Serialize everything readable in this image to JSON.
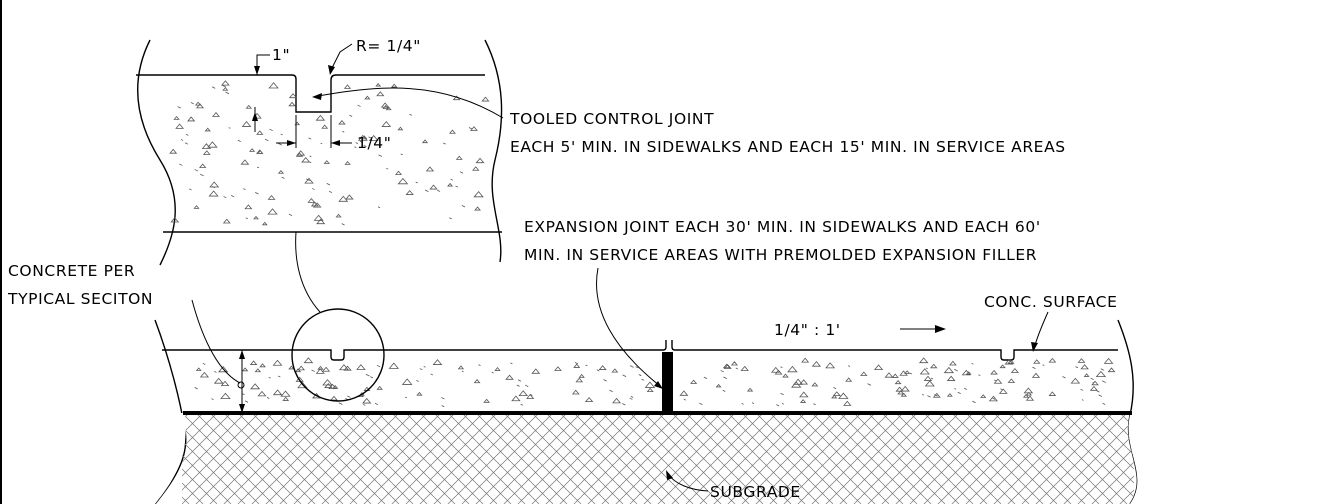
{
  "labels": {
    "dim_1in": "1\"",
    "radius": "R= 1/4\"",
    "dim_quarter": "1/4\"",
    "tooled_title": "TOOLED CONTROL JOINT",
    "tooled_spacing": "EACH 5' MIN. IN SIDEWALKS AND EACH 15' MIN. IN SERVICE AREAS",
    "expansion_line1": "EXPANSION JOINT EACH 30' MIN. IN SIDEWALKS AND EACH 60'",
    "expansion_line2": "MIN. IN SERVICE AREAS WITH PREMOLDED EXPANSION FILLER",
    "concrete_line1": "CONCRETE PER",
    "concrete_line2": "TYPICAL SECITON",
    "slope": "1/4\" : 1'",
    "conc_surface": "CONC. SURFACE",
    "subgrade": "SUBGRADE"
  },
  "colors": {
    "line": "#000000",
    "background": "#ffffff"
  }
}
